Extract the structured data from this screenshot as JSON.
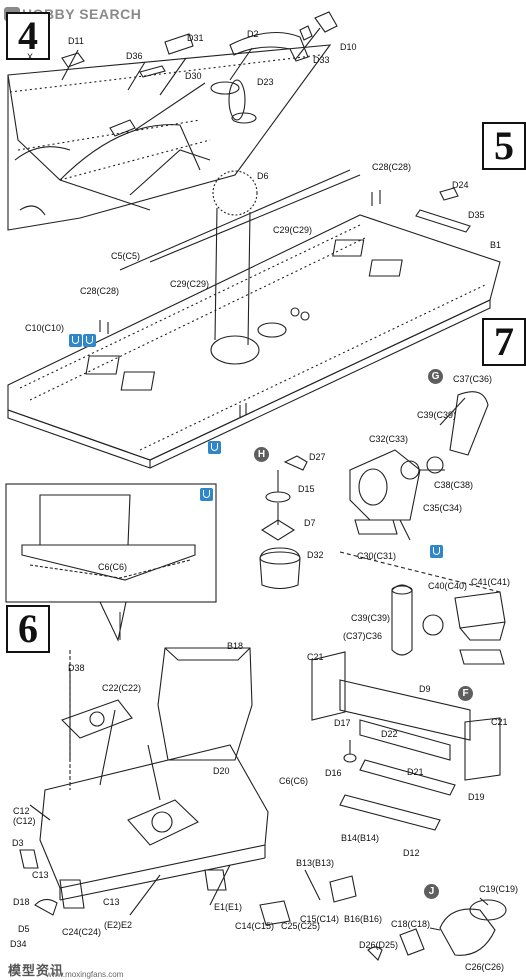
{
  "watermark": {
    "brand": "HOBBY SEARCH"
  },
  "footer": {
    "site_name": "模型资讯",
    "site_url": "www.moxingfans.com"
  },
  "steps": [
    "4",
    "5",
    "6",
    "7"
  ],
  "subassemblies": [
    "G",
    "H",
    "F",
    "J"
  ],
  "labels": {
    "step4": [
      "X",
      "D11",
      "D36",
      "D31",
      "D2",
      "D10",
      "D33",
      "D30",
      "D23"
    ],
    "step5": [
      "D6",
      "C28(C28)",
      "D24",
      "D35",
      "B1",
      "C29(C29)",
      "C5(C5)",
      "C29(C29)",
      "C28(C28)",
      "C10(C10)"
    ],
    "inset": [
      "C6(C6)"
    ],
    "step6": [
      "D38",
      "B18",
      "C22(C22)",
      "D20",
      "C6(C6)",
      "C12",
      "(C12)",
      "D3",
      "C13",
      "C13",
      "(E2)E2",
      "D18",
      "D5",
      "D34",
      "C24(C24)",
      "E1(E1)",
      "C14(C15)",
      "C25(C25)",
      "C15(C14)",
      "B13(B13)",
      "B14(B14)",
      "B16(B16)"
    ],
    "H": [
      "D27",
      "D15",
      "D7",
      "D32"
    ],
    "G": [
      "C37(C36)",
      "C39(C39)",
      "C32(C33)",
      "C38(C38)",
      "C35(C34)",
      "C30(C31)"
    ],
    "G2": [
      "C39(C39)",
      "C40(C40)",
      "C41(C41)",
      "(C37)C36"
    ],
    "F": [
      "C21",
      "D9",
      "D17",
      "D16",
      "D22",
      "D21",
      "C21",
      "D19",
      "D12"
    ],
    "J": [
      "C19(C19)",
      "C18(C18)",
      "D26(D25)",
      "C26(C26)"
    ]
  }
}
